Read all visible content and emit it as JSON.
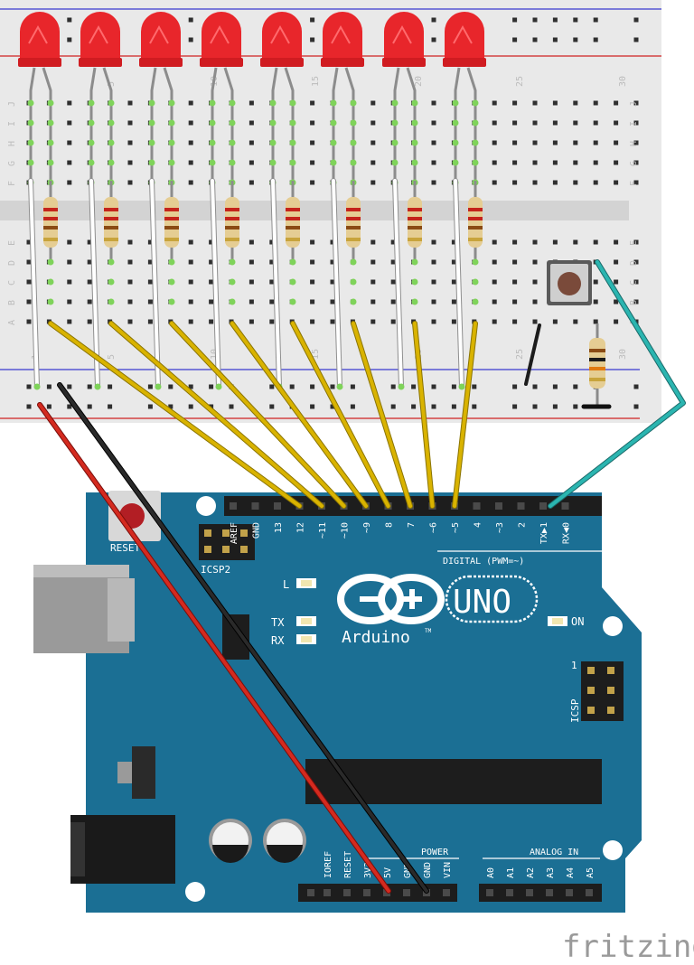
{
  "breadboard": {
    "row_letters_top": [
      "J",
      "I",
      "H",
      "G",
      "F"
    ],
    "row_letters_bottom": [
      "E",
      "D",
      "C",
      "B",
      "A"
    ],
    "column_numbers": [
      "5",
      "10",
      "15",
      "20",
      "25",
      "30"
    ],
    "bottom_column_numbers": [
      "1",
      "5",
      "10",
      "15",
      "20",
      "25",
      "30"
    ]
  },
  "arduino": {
    "reset_label": "RESET",
    "icsp2_label": "ICSP2",
    "icsp_label": "ICSP",
    "icsp_pin1_label": "1",
    "brand_label": "Arduino",
    "trademark": "TM",
    "model_label": "UNO",
    "digital_label": "DIGITAL (PWM=~)",
    "led_l_label": "L",
    "led_tx_label": "TX",
    "led_rx_label": "RX",
    "led_on_label": "ON",
    "power_label": "POWER",
    "analog_label": "ANALOG IN",
    "digital_pin_labels": [
      "AREF",
      "GND",
      "13",
      "12",
      "~11",
      "~10",
      "~9",
      "8",
      "7",
      "~6",
      "~5",
      "4",
      "~3",
      "2",
      "TX▶1",
      "RX◀0"
    ],
    "power_pin_labels": [
      "IOREF",
      "RESET",
      "3V3",
      "5V",
      "GND",
      "GND",
      "VIN"
    ],
    "analog_pin_labels": [
      "A0",
      "A1",
      "A2",
      "A3",
      "A4",
      "A5"
    ],
    "colors": {
      "board": "#1b6f94",
      "led": "#e8262b",
      "wire_signal": "#d9b300",
      "wire_power": "#d42a1f",
      "wire_ground": "#222222",
      "wire_button": "#2bb5b0"
    }
  },
  "watermark": "fritzing"
}
